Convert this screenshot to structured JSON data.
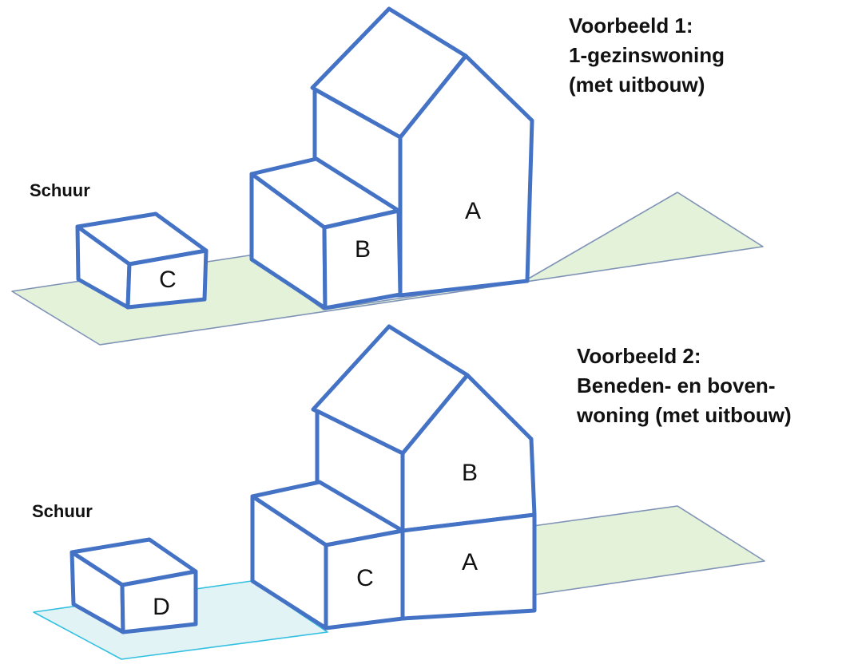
{
  "colors": {
    "outline": "#4472C4",
    "plot_fill": "#E4F2DA",
    "plot_stroke": "#7F93B7",
    "plot2_shed_fill": "#E2F3F6",
    "plot2_shed_stroke": "#33C0E0"
  },
  "examples": [
    {
      "caption_lines": [
        "Voorbeeld 1:",
        "1-gezinswoning",
        "(met uitbouw)"
      ],
      "shed_label": "Schuur",
      "units": [
        "A",
        "B",
        "C"
      ]
    },
    {
      "caption_lines": [
        "Voorbeeld 2:",
        "Beneden- en boven-",
        "woning (met uitbouw)"
      ],
      "shed_label": "Schuur",
      "units": [
        "B",
        "A",
        "C",
        "D"
      ]
    }
  ]
}
